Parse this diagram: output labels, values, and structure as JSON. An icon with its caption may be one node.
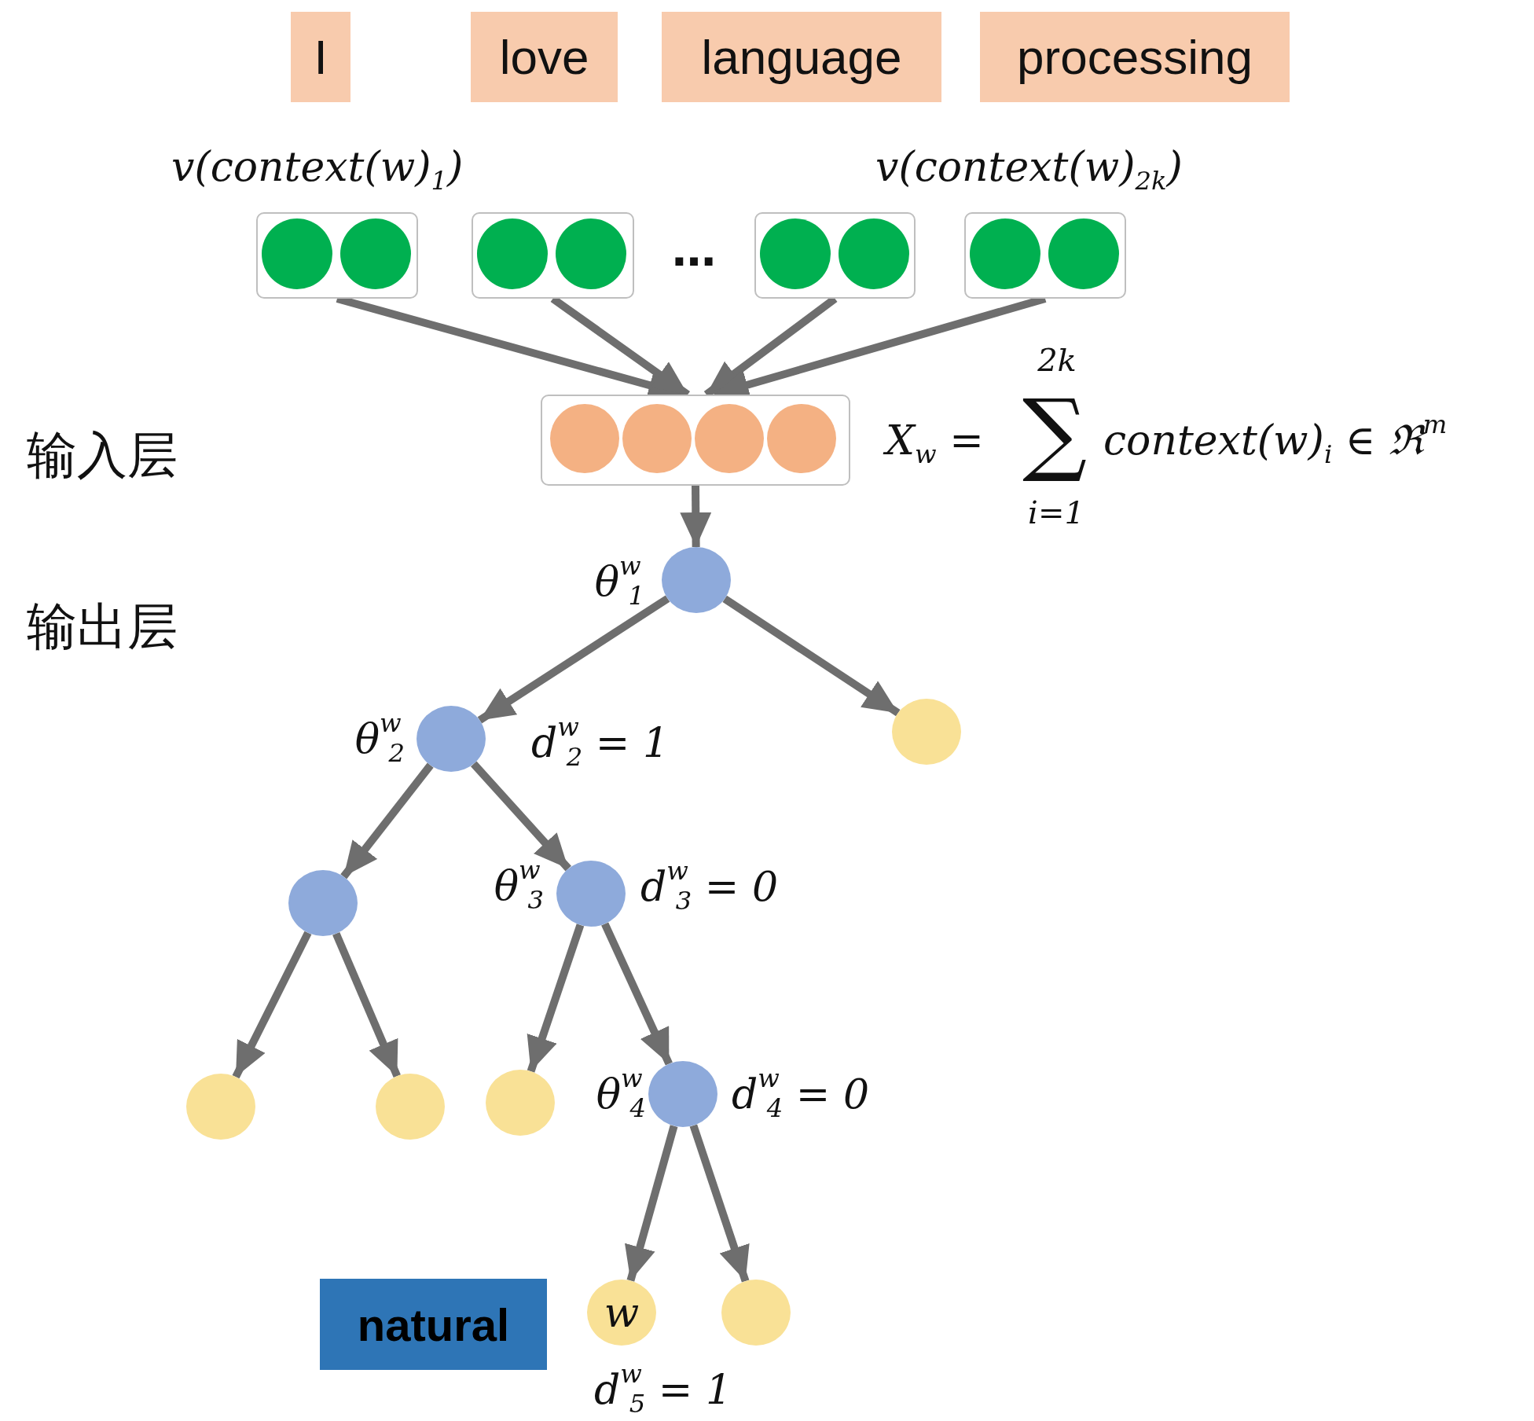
{
  "diagram": {
    "nodes": [
      {
        "text": [
          "I"
        ]
      },
      {
        "text": [
          "love"
        ]
      },
      {
        "text": [
          "language"
        ]
      },
      {
        "text": [
          "processing"
        ]
      },
      {
        "text": [],
        "shape": "box",
        "beside": [
          "v(context(w)$_{1}$)"
        ]
      },
      {
        "text": [],
        "shape": "box"
      },
      {
        "text": [],
        "shape": "box"
      },
      {
        "text": [],
        "shape": "box",
        "beside": [
          "v(context(w)$_{2k}$)"
        ]
      },
      {
        "text": [],
        "shape": "box",
        "beside": [
          "X$_{w}$ =",
          "2k",
          "∑",
          "i=1",
          "context(w)$_{i}$ ∈ ℜ$^{m}$"
        ]
      },
      {
        "text": [],
        "shape": "circle",
        "beside": [
          "θ$^{w}$$_{1}$"
        ]
      },
      {
        "text": [],
        "shape": "circle",
        "beside": [
          "θ$^{w}$$_{2}$",
          "d$^{w}$$_{2}$ = 1"
        ]
      },
      {
        "text": [],
        "shape": "circle"
      },
      {
        "text": [],
        "shape": "circle"
      },
      {
        "text": [],
        "shape": "circle",
        "beside": [
          "θ$^{w}$$_{3}$",
          "d$^{w}$$_{3}$ = 0"
        ]
      },
      {
        "text": [],
        "shape": "circle"
      },
      {
        "text": [],
        "shape": "circle"
      },
      {
        "text": [],
        "shape": "circle"
      },
      {
        "text": [],
        "shape": "circle",
        "beside": [
          "θ$^{w}$$_{4}$",
          "d$^{w}$$_{4}$ = 0"
        ]
      },
      {
        "text": [
          "w"
        ],
        "beside": [
          "d$^{w}$$_{5}$ = 1"
        ]
      },
      {
        "text": [],
        "shape": "circle"
      },
      {
        "text": [
          "natural"
        ]
      }
    ],
    "edges": [
      {
        "from": 4,
        "to": 8,
        "arrow": "to"
      },
      {
        "from": 5,
        "to": 8,
        "arrow": "to"
      },
      {
        "from": 6,
        "to": 8,
        "arrow": "to"
      },
      {
        "from": 7,
        "to": 8,
        "arrow": "to"
      },
      {
        "from": 8,
        "to": 9,
        "arrow": "to"
      },
      {
        "from": 9,
        "to": 10,
        "arrow": "to"
      },
      {
        "from": 9,
        "to": 11,
        "arrow": "to"
      },
      {
        "from": 10,
        "to": 12,
        "arrow": "to"
      },
      {
        "from": 10,
        "to": 13,
        "arrow": "to"
      },
      {
        "from": 12,
        "to": 14,
        "arrow": "to"
      },
      {
        "from": 12,
        "to": 15,
        "arrow": "to"
      },
      {
        "from": 13,
        "to": 16,
        "arrow": "to"
      },
      {
        "from": 13,
        "to": 17,
        "arrow": "to"
      },
      {
        "from": 17,
        "to": 18,
        "arrow": "to"
      },
      {
        "from": 17,
        "to": 19,
        "arrow": "to"
      }
    ],
    "labels": [
      "…",
      "输入层",
      "输出层"
    ]
  }
}
